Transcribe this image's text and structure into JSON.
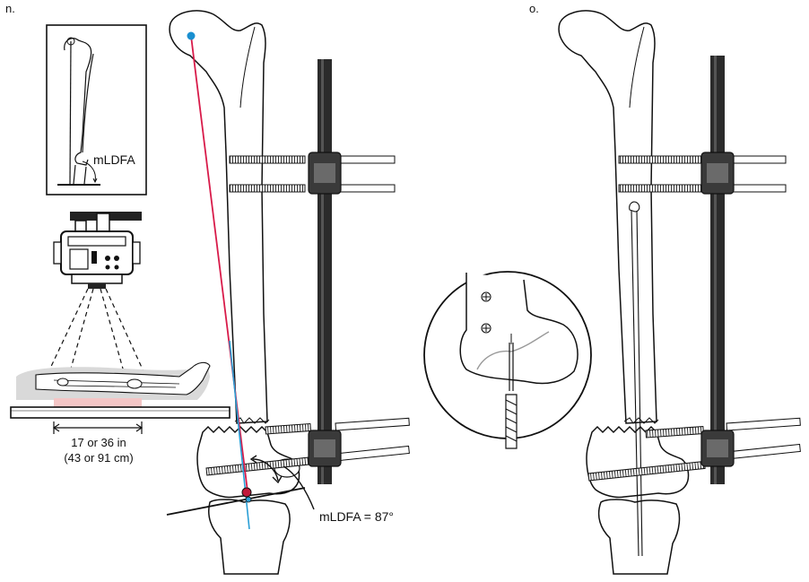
{
  "panels": {
    "left_letter": "n.",
    "right_letter": "o."
  },
  "inset": {
    "label": "mLDFA"
  },
  "cassette": {
    "length_in": "17 or 36 in",
    "length_cm": "(43 or 91 cm)"
  },
  "measurement": {
    "label": "mLDFA = 87°"
  },
  "colors": {
    "mechanical_axis_femur": "#d81b4a",
    "mechanical_axis_tibia": "#2a9fd6",
    "hip_center": "#1a8fd0",
    "knee_center": "#c0183a",
    "rod": "#2b2b2b",
    "cassette": "#f4c6c6",
    "patient_shadow": "#d9d9d9",
    "outline": "#111111"
  }
}
